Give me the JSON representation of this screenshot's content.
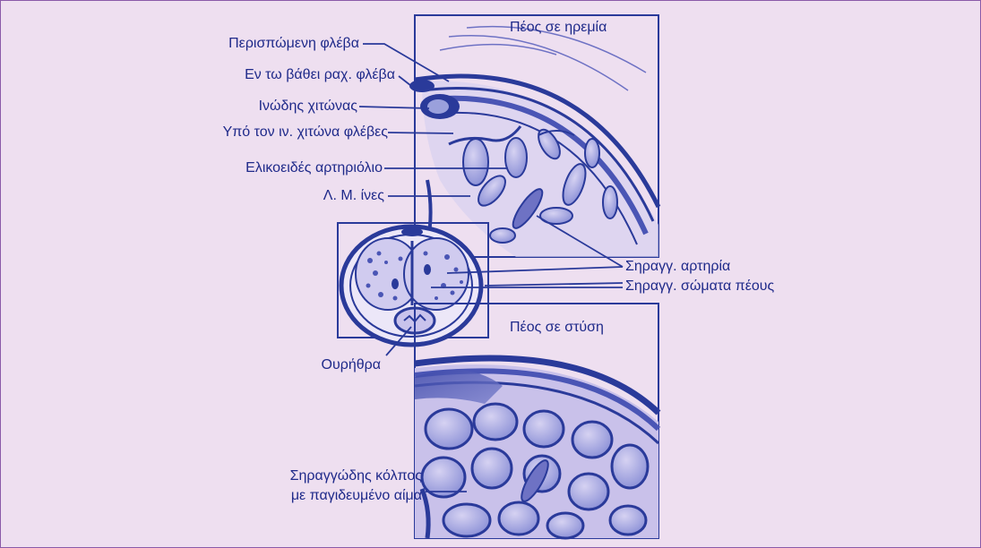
{
  "panels": {
    "rest_title": "Πέος σε ηρεμία",
    "erection_title": "Πέος σε στύση"
  },
  "labels": {
    "circumflex_vein": "Περισπώμενη φλέβα",
    "deep_dorsal_vein": "Εν τω βάθει ραχ. φλέβα",
    "tunica_albuginea": "Ινώδης χιτώνας",
    "subtunical_veins": "Υπό τον ιν. χιτώνα φλέβες",
    "helicine_arteriole": "Ελικοειδές αρτηριόλιο",
    "smooth_muscle": "Λ. Μ. ίνες",
    "cavernous_artery": "Σηραγγ. αρτηρία",
    "corpora_cavernosa": "Σηραγγ. σώματα πέους",
    "urethra": "Ουρήθρα",
    "sinus_line1": "Σηραγγώδης κόλπος",
    "sinus_line2": "με παγιδευμένο αίμα"
  },
  "colors": {
    "background": "#eedff0",
    "ink": "#2a3a9a",
    "tissue_light": "#c9c3ec",
    "tissue_dark": "#6e72c4"
  }
}
